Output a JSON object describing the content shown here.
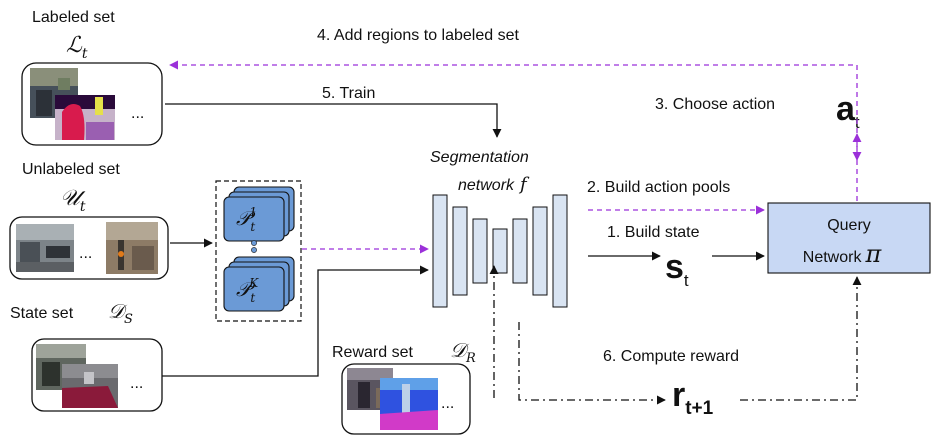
{
  "sets": {
    "labeled": {
      "title": "Labeled set",
      "symbol": "ℒ",
      "subscript": "t",
      "ellipsis": "..."
    },
    "unlabeled": {
      "title": "Unlabeled set",
      "symbol": "𝒰",
      "subscript": "t",
      "ellipsis": "..."
    },
    "state": {
      "title": "State set",
      "symbol": "𝒟",
      "subscript": "S",
      "ellipsis": "..."
    },
    "reward": {
      "title": "Reward set",
      "symbol": "𝒟",
      "subscript": "R",
      "ellipsis": "..."
    }
  },
  "pools": {
    "top": {
      "symbol": "𝒫",
      "subscript": "t",
      "superscript": "1"
    },
    "bottom": {
      "symbol": "𝒫",
      "subscript": "t",
      "superscript": "K"
    }
  },
  "segmentation": {
    "line1": "Segmentation",
    "line2": "network",
    "symbol": "f"
  },
  "query": {
    "line1": "Query",
    "line2": "Network",
    "symbol": "π"
  },
  "variables": {
    "action": {
      "main": "a",
      "sub": "t"
    },
    "state": {
      "main": "s",
      "sub": "t"
    },
    "reward": {
      "main": "r",
      "sub": "t+1"
    }
  },
  "steps": {
    "s1": "1.  Build state",
    "s2": "2.  Build action pools",
    "s3": "3.  Choose action",
    "s4": "4.  Add regions to labeled set",
    "s5": "5.  Train",
    "s6": "6.  Compute reward"
  },
  "colors": {
    "purple": "#9b30d9",
    "query_fill": "#c8d8f4",
    "pool_fill": "#6b9ad6",
    "net_fill": "#d9e4f2"
  }
}
